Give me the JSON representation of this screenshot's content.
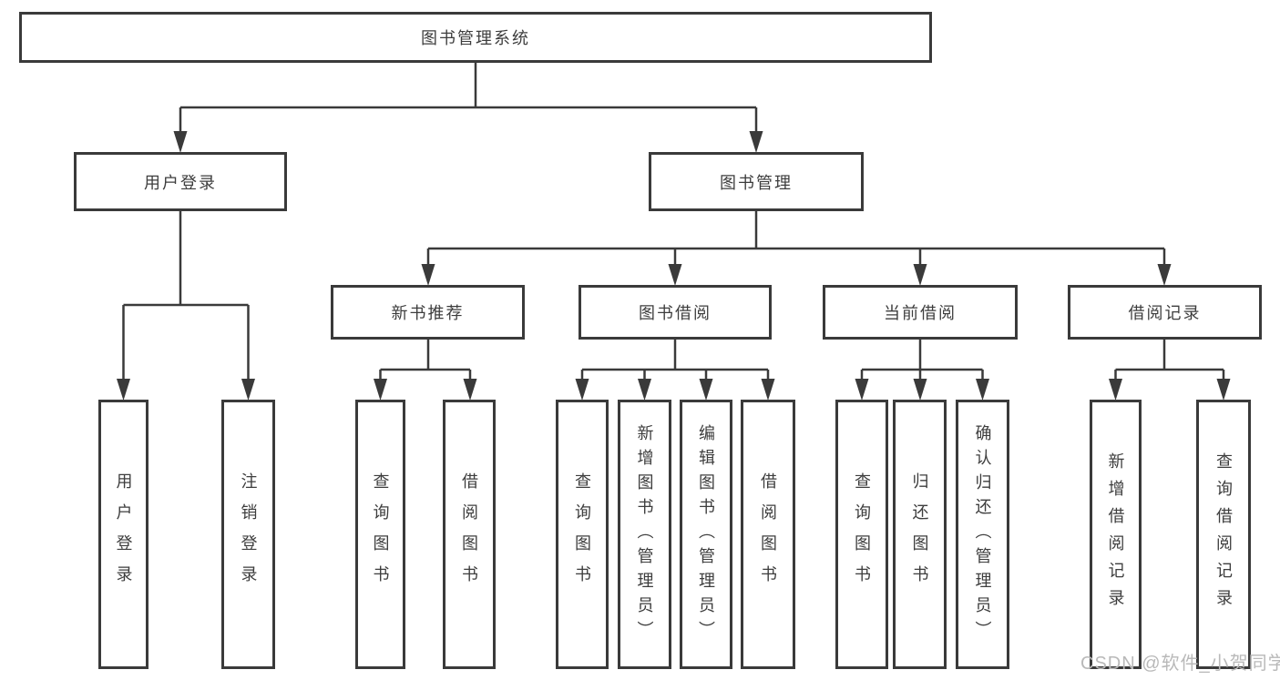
{
  "diagram": {
    "root": {
      "label": "图书管理系统"
    },
    "branches": [
      {
        "label": "用户登录",
        "children": [
          {
            "label": "用户登录"
          },
          {
            "label": "注销登录"
          }
        ]
      },
      {
        "label": "图书管理",
        "modules": [
          {
            "label": "新书推荐",
            "children": [
              {
                "label": "查询图书"
              },
              {
                "label": "借阅图书"
              }
            ]
          },
          {
            "label": "图书借阅",
            "children": [
              {
                "label": "查询图书"
              },
              {
                "label": "新增图书（管理员）"
              },
              {
                "label": "编辑图书（管理员）"
              },
              {
                "label": "借阅图书"
              }
            ]
          },
          {
            "label": "当前借阅",
            "children": [
              {
                "label": "查询图书"
              },
              {
                "label": "归还图书"
              },
              {
                "label": "确认归还（管理员）"
              }
            ]
          },
          {
            "label": "借阅记录",
            "children": [
              {
                "label": "新增借阅记录"
              },
              {
                "label": "查询借阅记录"
              }
            ]
          }
        ]
      }
    ]
  },
  "watermark": {
    "text": "CSDN @软件_小贺同学"
  },
  "colors": {
    "line": "#3a3a3a",
    "text": "#3d3d3d",
    "watermark": "#b9b9b9",
    "background": "#ffffff"
  }
}
